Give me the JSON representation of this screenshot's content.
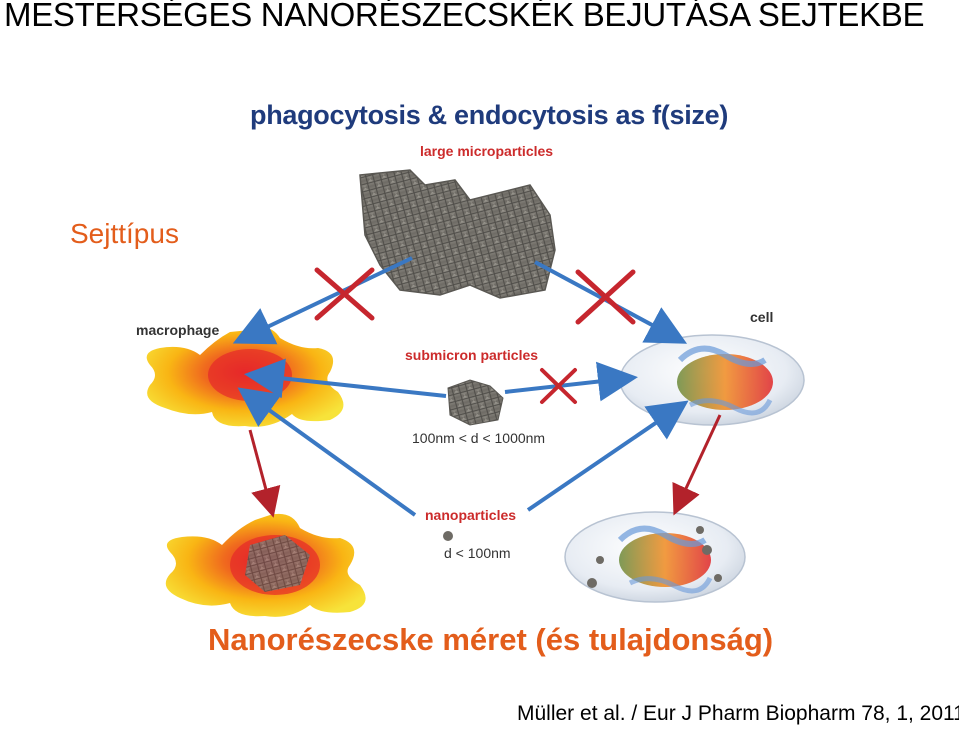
{
  "slide": {
    "title": "MESTERSÉGES NANORÉSZECSKÉK BEJUTÁSA SEJTEKBE",
    "left_label": "Sejttípus",
    "bottom_label": "Nanorészecske méret (és tulajdonság)",
    "citation": "Müller et al. / Eur J Pharm Biopharm 78, 1, 2011"
  },
  "figure": {
    "title": "phagocytosis & endocytosis as f(size)",
    "large_label": "large microparticles",
    "macrophage_label": "macrophage",
    "cell_label": "cell",
    "submicron_label": "submicron particles",
    "submicron_range": "100nm < d < 1000nm",
    "nano_label": "nanoparticles",
    "nano_range": "d < 100nm"
  },
  "colors": {
    "accent_orange": "#e35d1b",
    "figure_title_blue": "#1f3b7c",
    "label_red": "#cc2b2b",
    "arrow_blue": "#3a78c3",
    "arrow_red": "#b3222b"
  }
}
